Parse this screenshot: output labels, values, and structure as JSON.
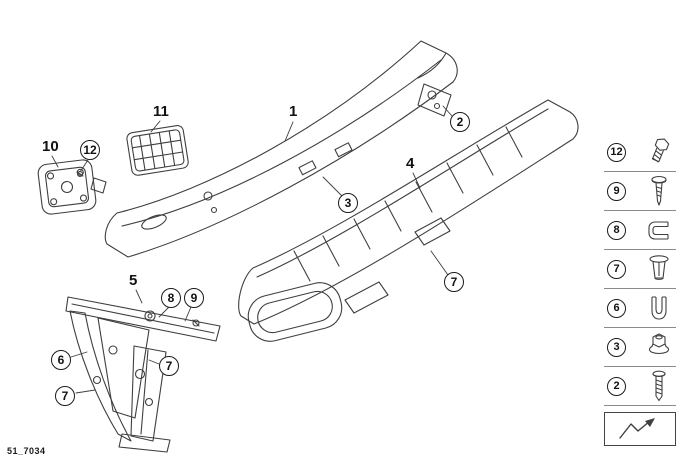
{
  "diagram": {
    "footer_code": "51_7034",
    "callouts": [
      {
        "label": "10",
        "kind": "plain"
      },
      {
        "label": "12",
        "kind": "circle"
      },
      {
        "label": "11",
        "kind": "plain"
      },
      {
        "label": "1",
        "kind": "plain"
      },
      {
        "label": "2",
        "kind": "circle"
      },
      {
        "label": "3",
        "kind": "circle"
      },
      {
        "label": "4",
        "kind": "plain"
      },
      {
        "label": "7",
        "kind": "circle"
      },
      {
        "label": "5",
        "kind": "plain"
      },
      {
        "label": "8",
        "kind": "circle"
      },
      {
        "label": "9",
        "kind": "circle"
      },
      {
        "label": "6",
        "kind": "circle"
      },
      {
        "label": "7",
        "kind": "circle"
      },
      {
        "label": "7",
        "kind": "circle"
      }
    ]
  },
  "legend": {
    "items": [
      {
        "label": "12",
        "icon": "hex-bolt"
      },
      {
        "label": "9",
        "icon": "tapping-screw"
      },
      {
        "label": "8",
        "icon": "sheet-metal-clip"
      },
      {
        "label": "7",
        "icon": "expanding-grommet"
      },
      {
        "label": "6",
        "icon": "spring-clip"
      },
      {
        "label": "3",
        "icon": "flange-nut"
      },
      {
        "label": "2",
        "icon": "long-screw"
      }
    ],
    "more_symbol_icon": "zigzag-arrow"
  },
  "colors": {
    "line": "#3f3f3f",
    "background": "#ffffff"
  }
}
